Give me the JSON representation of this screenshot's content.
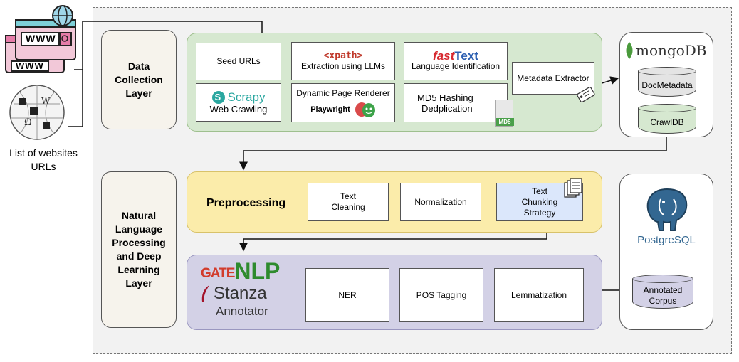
{
  "sources": {
    "www_top": "WWW",
    "www_bottom": "WWW",
    "caption_line1": "List of websites",
    "caption_line2": "URLs"
  },
  "layers": {
    "data_collection": [
      "Data",
      "Collection",
      "Layer"
    ],
    "nlp": [
      "Natural",
      "Language",
      "Processing",
      "and Deep",
      "Learning",
      "Layer"
    ]
  },
  "collection": {
    "seed_urls": "Seed URLs",
    "scrapy_logo": "Scrapy",
    "web_crawling": "Web Crawling",
    "xpath_logo": "<xpath>",
    "extraction": "Extraction using LLMs",
    "dynamic_renderer": "Dynamic Page Renderer",
    "playwright_logo": "Playwright",
    "fasttext_logo_a": "fast",
    "fasttext_logo_b": "Text",
    "language_id": "Language Identification",
    "md5_line1": "MD5 Hashing",
    "md5_line2": "Dedplication",
    "md5_badge": "MD5",
    "metadata_extractor": "Metadata Extractor"
  },
  "mongo": {
    "logo": "mongoDB",
    "doc_metadata": "DocMetadata",
    "crawl_db": "CrawlDB"
  },
  "preprocessing": {
    "title": "Preprocessing",
    "text_cleaning": [
      "Text",
      "Cleaning"
    ],
    "normalization": "Normalization",
    "chunking": [
      "Text",
      "Chunking",
      "Strategy"
    ]
  },
  "annotator": {
    "gate_logo": "GATE",
    "nlp_logo": "NLP",
    "stanza_logo": "Stanza",
    "annotator_label": "Annotator",
    "ner": "NER",
    "pos": "POS Tagging",
    "lemma": "Lemmatization"
  },
  "postgres": {
    "logo": "PostgreSQL",
    "corpus": [
      "Annotated",
      "Corpus"
    ]
  },
  "colors": {
    "green_panel": "#d6e8d0",
    "yellow_panel": "#fbecaa",
    "purple_panel": "#d3d1e6",
    "mongo_green": "#4a9a3c",
    "postgres_blue": "#336791",
    "scrapy_teal": "#2aa7a0",
    "fasttext_red": "#d7282f",
    "fasttext_blue": "#2a5db0",
    "nlp_green": "#2e8b2e",
    "chunk_blue": "#dbe7fb"
  }
}
